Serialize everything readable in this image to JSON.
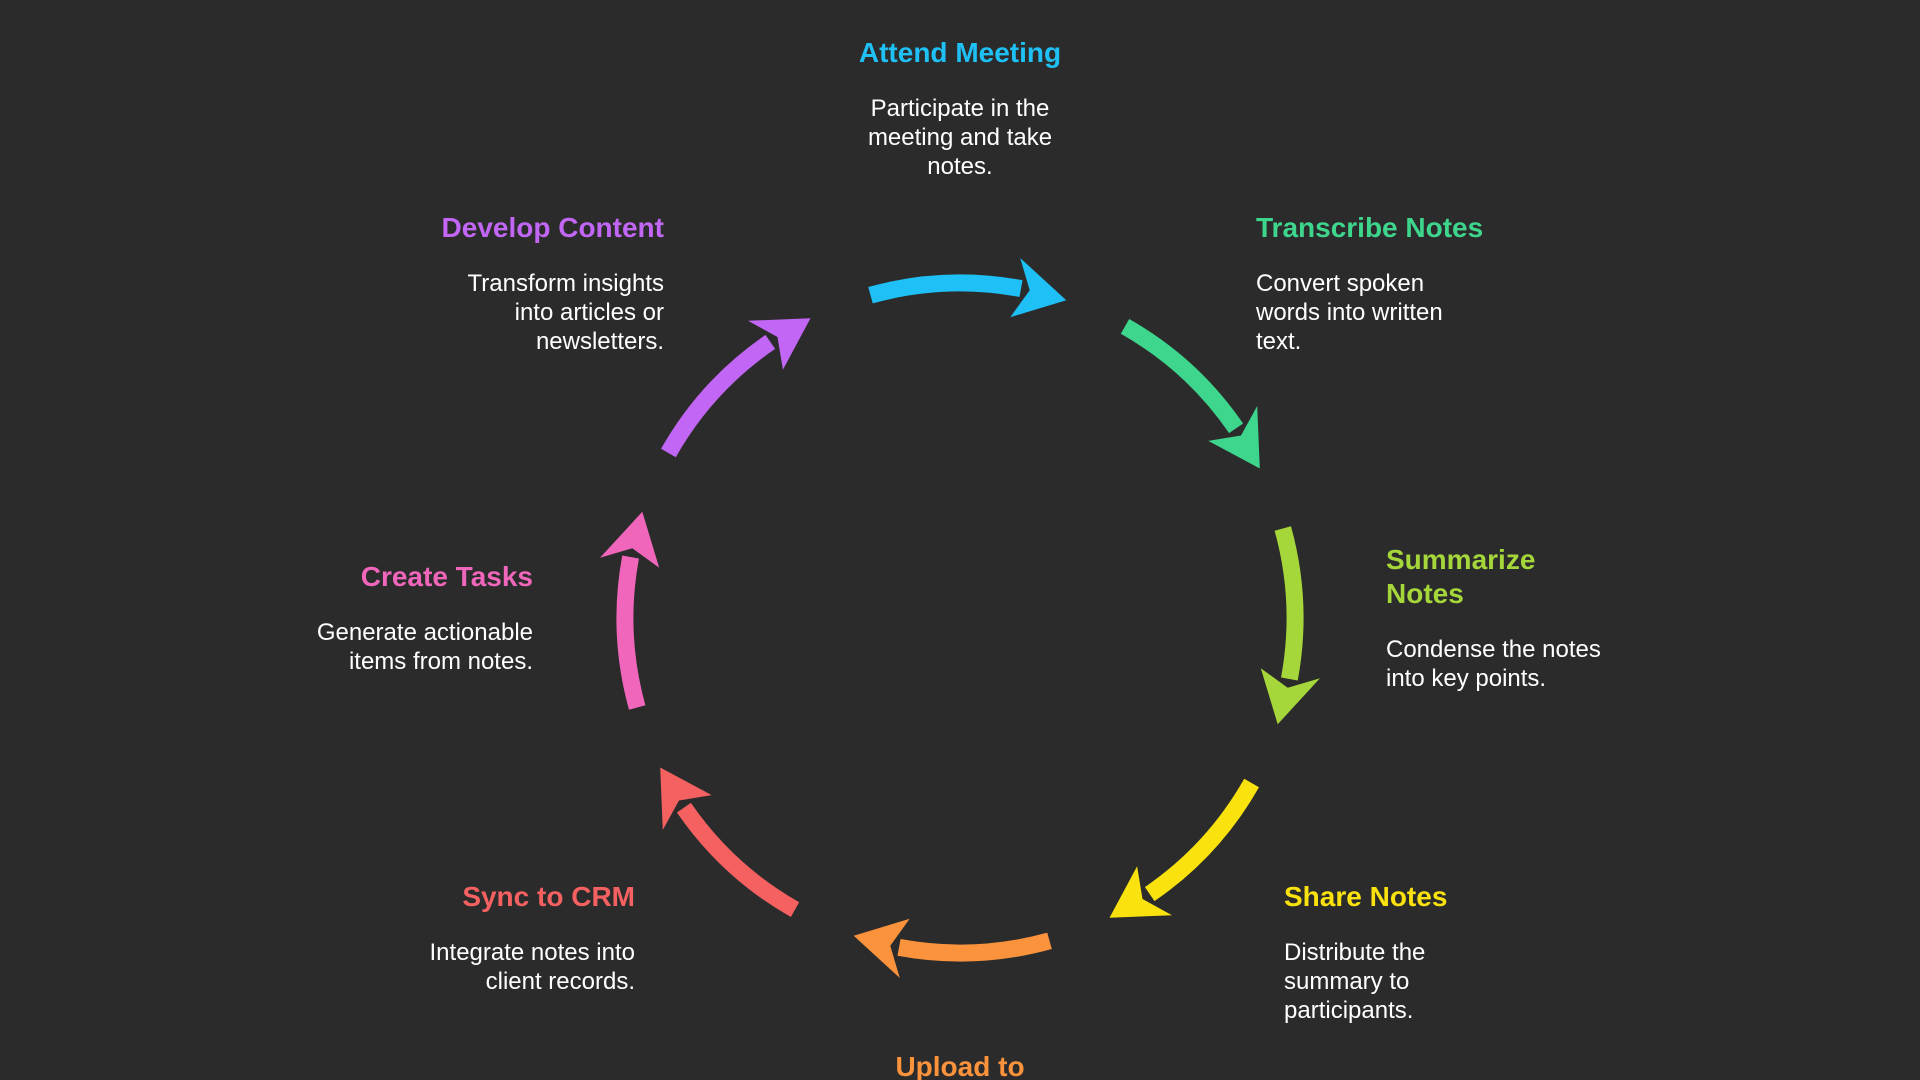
{
  "background": "#2b2b2b",
  "steps": [
    {
      "id": "attend-meeting",
      "title": "Attend Meeting",
      "description": "Participate in the meeting and take notes.",
      "desc_lines": [
        "Participate in the",
        "meeting and take",
        "notes."
      ],
      "color": "#1ec0f5"
    },
    {
      "id": "transcribe-notes",
      "title": "Transcribe Notes",
      "description": "Convert spoken words into written text.",
      "desc_lines": [
        "Convert spoken",
        "words into written",
        "text."
      ],
      "color": "#3dd68c"
    },
    {
      "id": "summarize-notes",
      "title": "Summarize Notes",
      "title_lines": [
        "Summarize",
        "Notes"
      ],
      "description": "Condense the notes into key points.",
      "desc_lines": [
        "Condense the notes",
        "into key points."
      ],
      "color": "#a5d63a"
    },
    {
      "id": "share-notes",
      "title": "Share Notes",
      "description": "Distribute the summary to participants.",
      "desc_lines": [
        "Distribute the",
        "summary to",
        "participants."
      ],
      "color": "#f9e20e"
    },
    {
      "id": "upload-to",
      "title": "Upload to",
      "description": "",
      "color": "#fb923c"
    },
    {
      "id": "sync-to-crm",
      "title": "Sync to CRM",
      "description": "Integrate notes into client records.",
      "desc_lines": [
        "Integrate notes into",
        "client records."
      ],
      "color": "#f56161"
    },
    {
      "id": "create-tasks",
      "title": "Create Tasks",
      "description": "Generate actionable items from notes.",
      "desc_lines": [
        "Generate actionable",
        "items from notes."
      ],
      "color": "#f066bb"
    },
    {
      "id": "develop-content",
      "title": "Develop Content",
      "description": "Transform insights into articles or newsletters.",
      "desc_lines": [
        "Transform insights",
        "into articles or",
        "newsletters."
      ],
      "color": "#c266f5"
    }
  ]
}
